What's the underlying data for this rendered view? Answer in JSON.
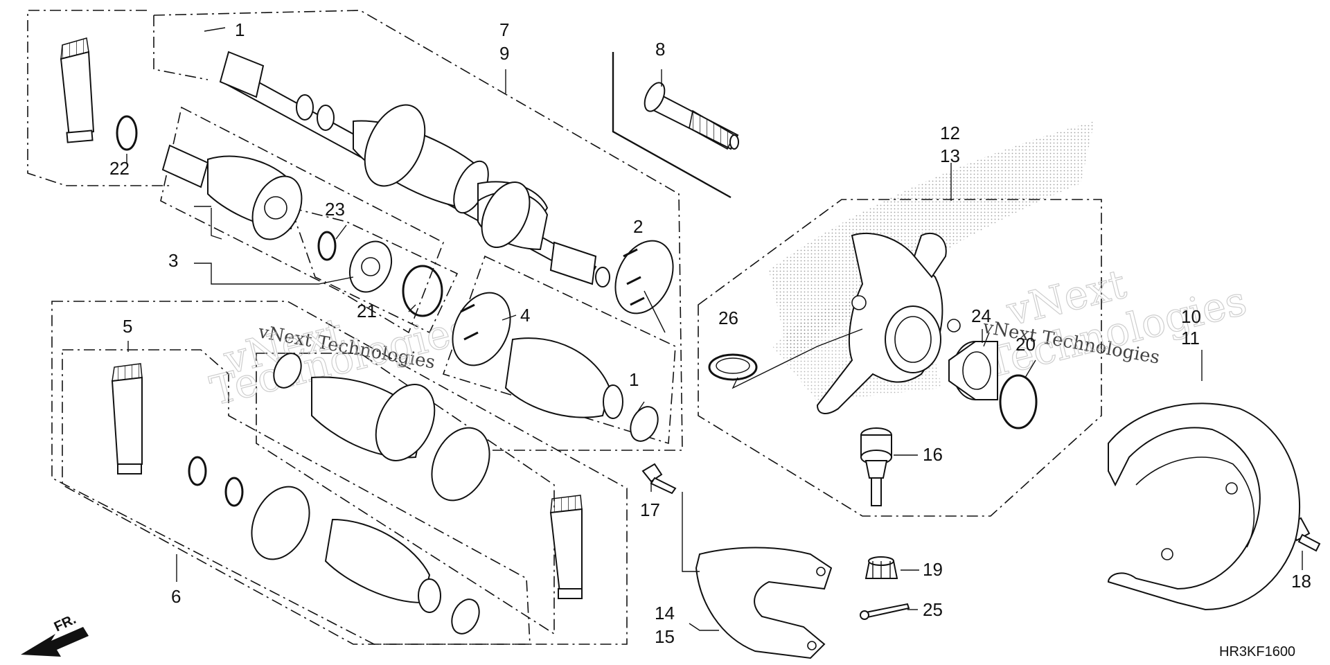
{
  "diagram": {
    "drawing_code": "HR3KF1600",
    "direction_label": "FR.",
    "watermarks": [
      "vNext Technologies",
      "vNext",
      "Technologies",
      "vNext Technologies"
    ],
    "callouts": {
      "c1a": "1",
      "c1b": "1",
      "c2": "2",
      "c3": "3",
      "c4": "4",
      "c5": "5",
      "c6": "6",
      "c7": "7",
      "c8": "8",
      "c9": "9",
      "c10": "10",
      "c11": "11",
      "c12": "12",
      "c13": "13",
      "c14": "14",
      "c15": "15",
      "c16": "16",
      "c17": "17",
      "c18": "18",
      "c19": "19",
      "c20": "20",
      "c21": "21",
      "c22": "22",
      "c23": "23",
      "c24": "24",
      "c25": "25",
      "c26": "26"
    }
  }
}
